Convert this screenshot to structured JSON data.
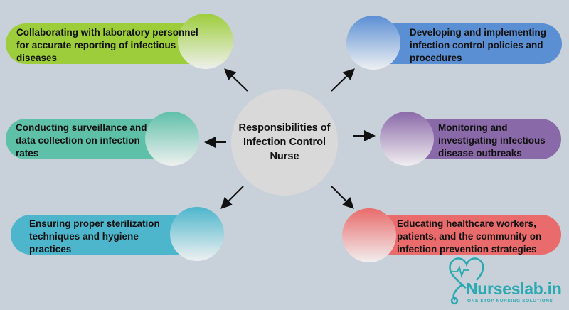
{
  "center": {
    "title": "Responsibilities of Infection Control Nurse"
  },
  "items": [
    {
      "text": "Collaborating with laboratory personnel for accurate reporting of infectious diseases",
      "color": "#9dcd3b"
    },
    {
      "text": "Conducting surveillance and data collection on infection rates",
      "color": "#5fc0a8"
    },
    {
      "text": "Ensuring proper sterilization techniques and hygiene practices",
      "color": "#4db6cc"
    },
    {
      "text": "Developing and implementing infection control policies and procedures",
      "color": "#5b8fd4"
    },
    {
      "text": "Monitoring and investigating infectious disease outbreaks",
      "color": "#8a69a8"
    },
    {
      "text": "Educating healthcare workers, patients, and the community on infection prevention strategies",
      "color": "#e96b6b"
    }
  ],
  "logo": {
    "name": "Nurseslab.in",
    "tagline": "ONE STOP NURSING SOLUTIONS",
    "color": "#2aa9b0"
  }
}
